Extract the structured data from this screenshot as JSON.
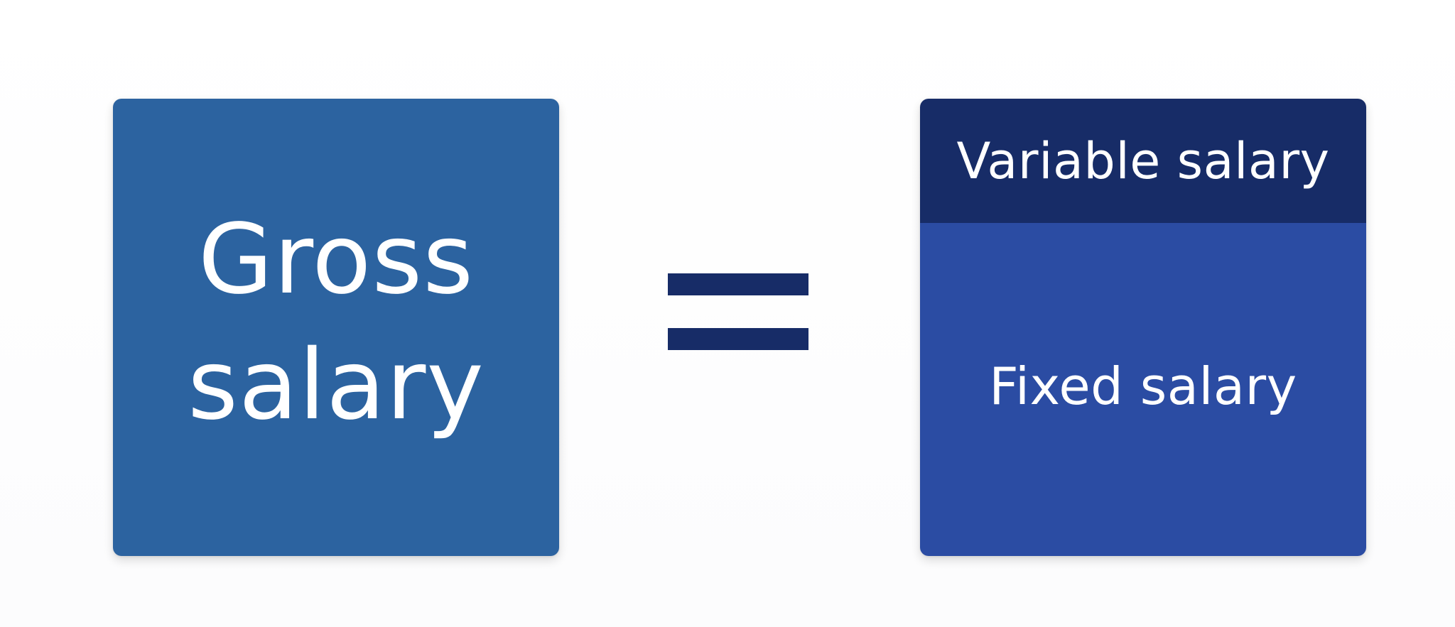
{
  "left_box": {
    "label": "Gross salary",
    "color": "#2c63a0"
  },
  "equals_sign": {
    "color": "#172c67"
  },
  "right_box": {
    "top": {
      "label": "Variable salary",
      "color": "#172c67"
    },
    "bottom": {
      "label": "Fixed salary",
      "color": "#2b4ca3"
    }
  }
}
